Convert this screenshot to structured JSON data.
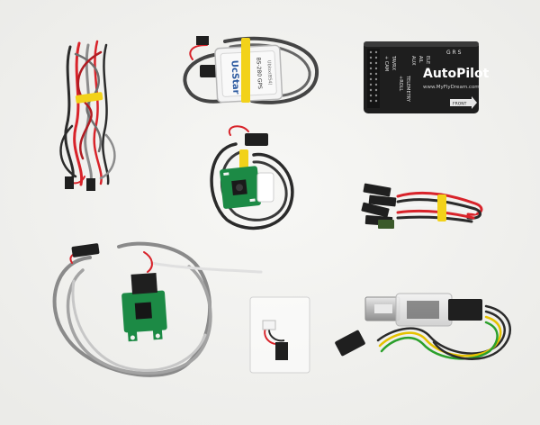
{
  "photo": {
    "background": "#f2f2f0",
    "components": {
      "gps": {
        "brand": "UcStar",
        "model": "BS-280 GPS",
        "sub": "Ublox(BS4)"
      },
      "autopilot": {
        "brand": "AutoPilot",
        "website": "www.MyFlyDream.com",
        "top_mark": "G R S",
        "left_labels": [
          "+ CAM",
          "TAVRX",
          "+ROLL",
          "TELEMETRY"
        ],
        "mid_labels": [
          "AUX",
          "AIL",
          "ELE"
        ],
        "front": "FRONT"
      }
    },
    "colors": {
      "tie": "#f2d21a",
      "pcb": "#1c8a45",
      "case": "#2a2a2a",
      "wire_red": "#d8232a",
      "wire_gray": "#8c8c8c",
      "wire_green": "#2ca02c",
      "wire_yellow": "#e6c200",
      "connector": "#1f1f1f"
    }
  }
}
